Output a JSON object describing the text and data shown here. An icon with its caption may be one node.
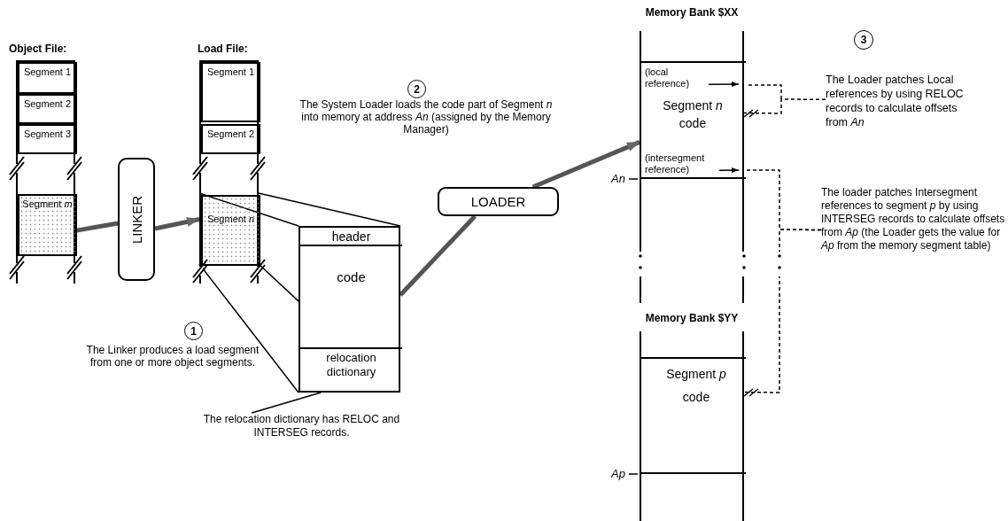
{
  "diagram": {
    "nodes": [
      {
        "text": [
          "Object File:"
        ]
      },
      {
        "text": [
          "Segment 1"
        ],
        "in": 0
      },
      {
        "text": [
          "Segment 2"
        ],
        "in": 0
      },
      {
        "text": [
          "Segment 3"
        ],
        "in": 0
      },
      {
        "text": [
          "Segment *m*"
        ],
        "in": 0
      },
      {
        "text": [
          "LINKER"
        ]
      },
      {
        "text": [
          "Load File:"
        ]
      },
      {
        "text": [
          "Segment 1"
        ],
        "in": 6
      },
      {
        "text": [
          "Segment 2"
        ],
        "in": 6
      },
      {
        "text": [
          "Segment *n*"
        ],
        "in": 6
      },
      {
        "text": [
          "1"
        ],
        "beside": [
          "The Linker produces a load segment from one or more object segments."
        ]
      },
      {
        "text": [],
        "shape": "box"
      },
      {
        "text": [
          "header"
        ],
        "in": 11
      },
      {
        "text": [
          "code"
        ],
        "in": 11
      },
      {
        "text": [
          "relocation dictionary"
        ],
        "in": 11
      },
      {
        "text": [
          "The relocation dictionary has RELOC and INTERSEG records."
        ]
      },
      {
        "text": [
          "2"
        ],
        "beside": [
          "The System Loader loads the code part of Segment *n* into memory at address *An* (assigned by the Memory Manager)"
        ]
      },
      {
        "text": [
          "LOADER"
        ]
      },
      {
        "text": [
          "Memory Bank $XX"
        ]
      },
      {
        "text": [
          "Segment *n* code"
        ],
        "in": 18
      },
      {
        "text": [
          "(local reference)"
        ],
        "in": 19
      },
      {
        "text": [
          "(intersegment reference)"
        ],
        "in": 19
      },
      {
        "text": [
          "3"
        ]
      },
      {
        "text": [
          "The Loader patches Local references by using RELOC records to calculate offsets from *An*"
        ]
      },
      {
        "text": [
          "The loader patches Intersegment references to segment *p* by using INTERSEG records to calculate offsets from *Ap* (the Loader gets the value for *Ap* from the memory segment table)"
        ]
      },
      {
        "text": [
          "Memory Bank $YY"
        ]
      },
      {
        "text": [
          "Segment *p* code"
        ],
        "in": 25
      }
    ],
    "edges": [
      {
        "from": 4,
        "to": 5,
        "arrow": "none",
        "style": "thick"
      },
      {
        "from": 5,
        "to": 9,
        "arrow": "to",
        "style": "thick"
      },
      {
        "from": 13,
        "to": 17,
        "arrow": "none",
        "style": "thick"
      },
      {
        "from": 17,
        "to": 19,
        "arrow": "to",
        "style": "thick"
      },
      {
        "from": 9,
        "to": 11,
        "arrow": "none"
      },
      {
        "from": 9,
        "to": 11,
        "arrow": "none"
      },
      {
        "from": 9,
        "to": 13,
        "arrow": "none"
      },
      {
        "from": 9,
        "to": 14,
        "arrow": "none"
      },
      {
        "from": 15,
        "to": 14,
        "arrow": "none"
      },
      {
        "from": 20,
        "to": null,
        "arrow": "to"
      },
      {
        "from": 21,
        "to": null,
        "arrow": "to"
      },
      {
        "from": 23,
        "to": 19,
        "arrow": "none",
        "style": "dashed"
      },
      {
        "from": 24,
        "to": 26,
        "arrow": "none",
        "style": "dashed"
      },
      {
        "from": 24,
        "to": 19,
        "arrow": "none",
        "style": "dashed"
      }
    ],
    "labels": [
      "An",
      "Ap"
    ]
  }
}
